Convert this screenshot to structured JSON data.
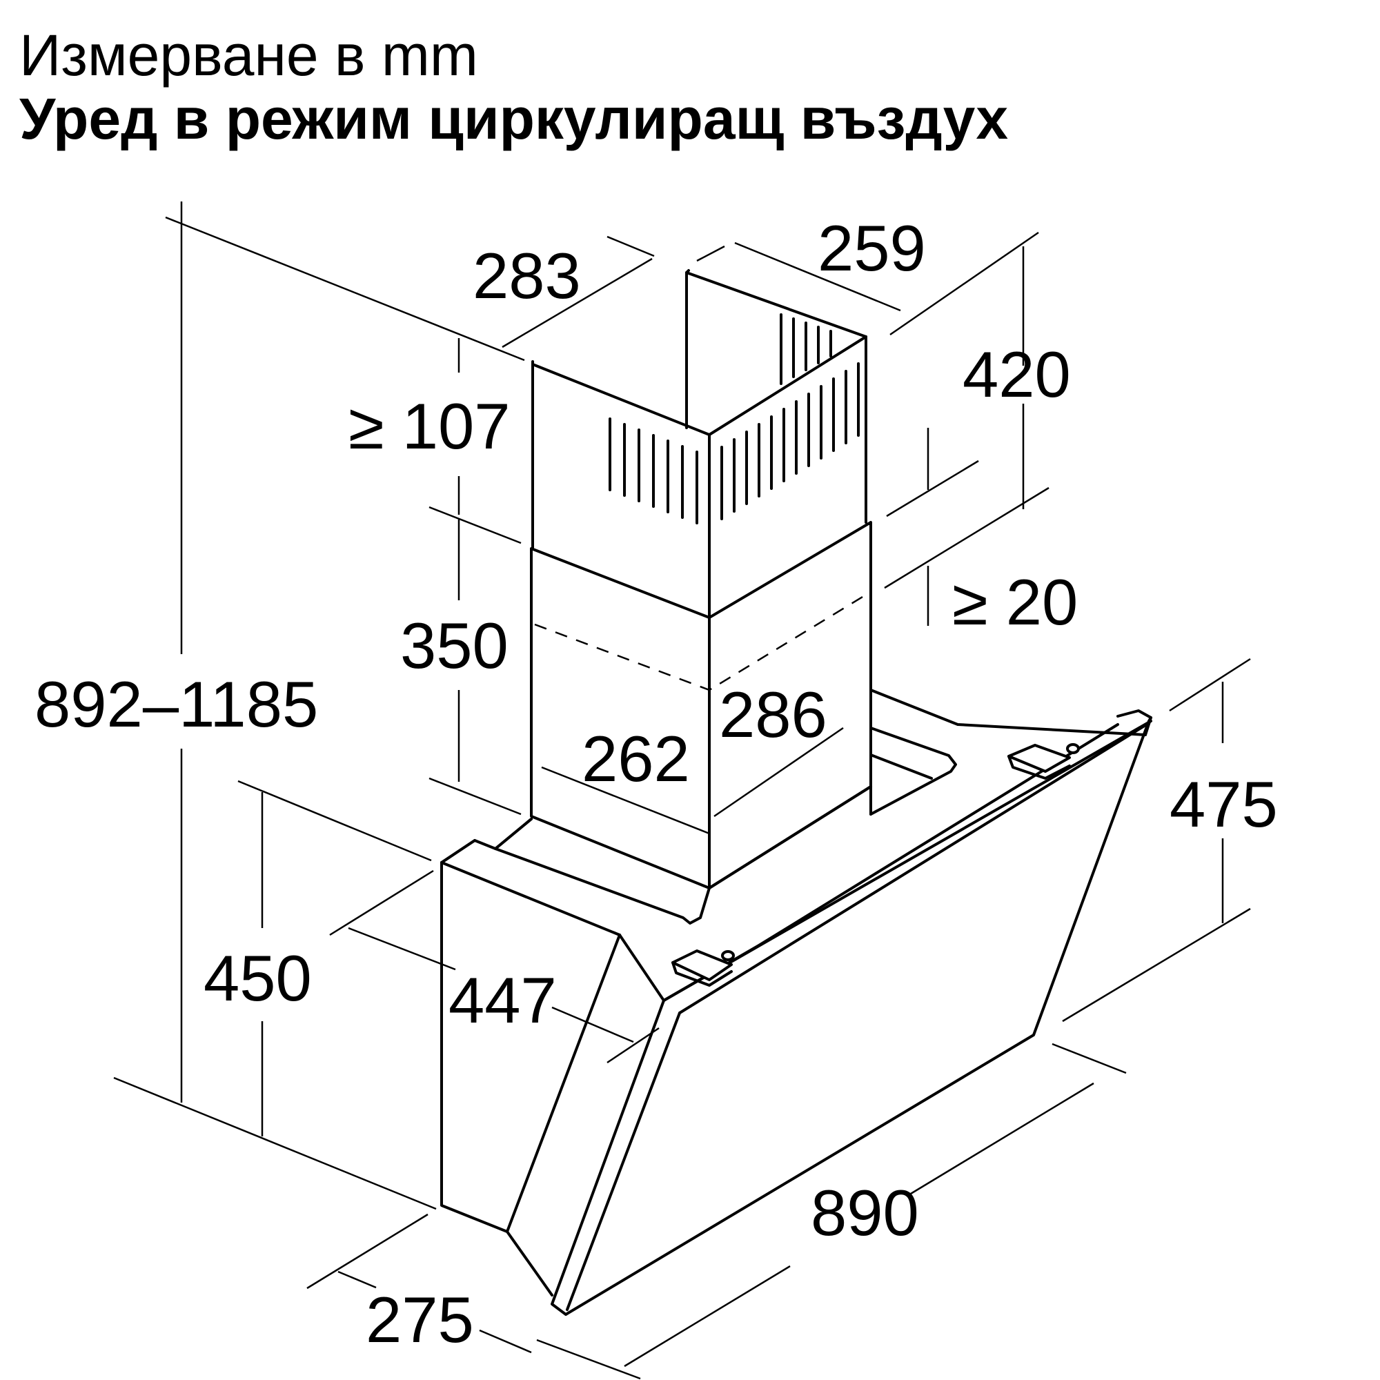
{
  "header": {
    "units": "Измерване в mm",
    "title": "Уред в режим циркулиращ въздух"
  },
  "dimensions": {
    "total_height": "892–1185",
    "chimney_upper_width": "283",
    "chimney_upper_depth": "259",
    "chimney_upper_height": "420",
    "ceiling_clearance": "≥ 107",
    "chimney_overlap": "≥ 20",
    "chimney_lower_height": "350",
    "chimney_lower_width": "262",
    "chimney_lower_depth": "286",
    "hood_height_back": "450",
    "hood_depth_top": "447",
    "hood_depth_bottom": "275",
    "hood_width": "890",
    "hood_height_front": "475"
  }
}
